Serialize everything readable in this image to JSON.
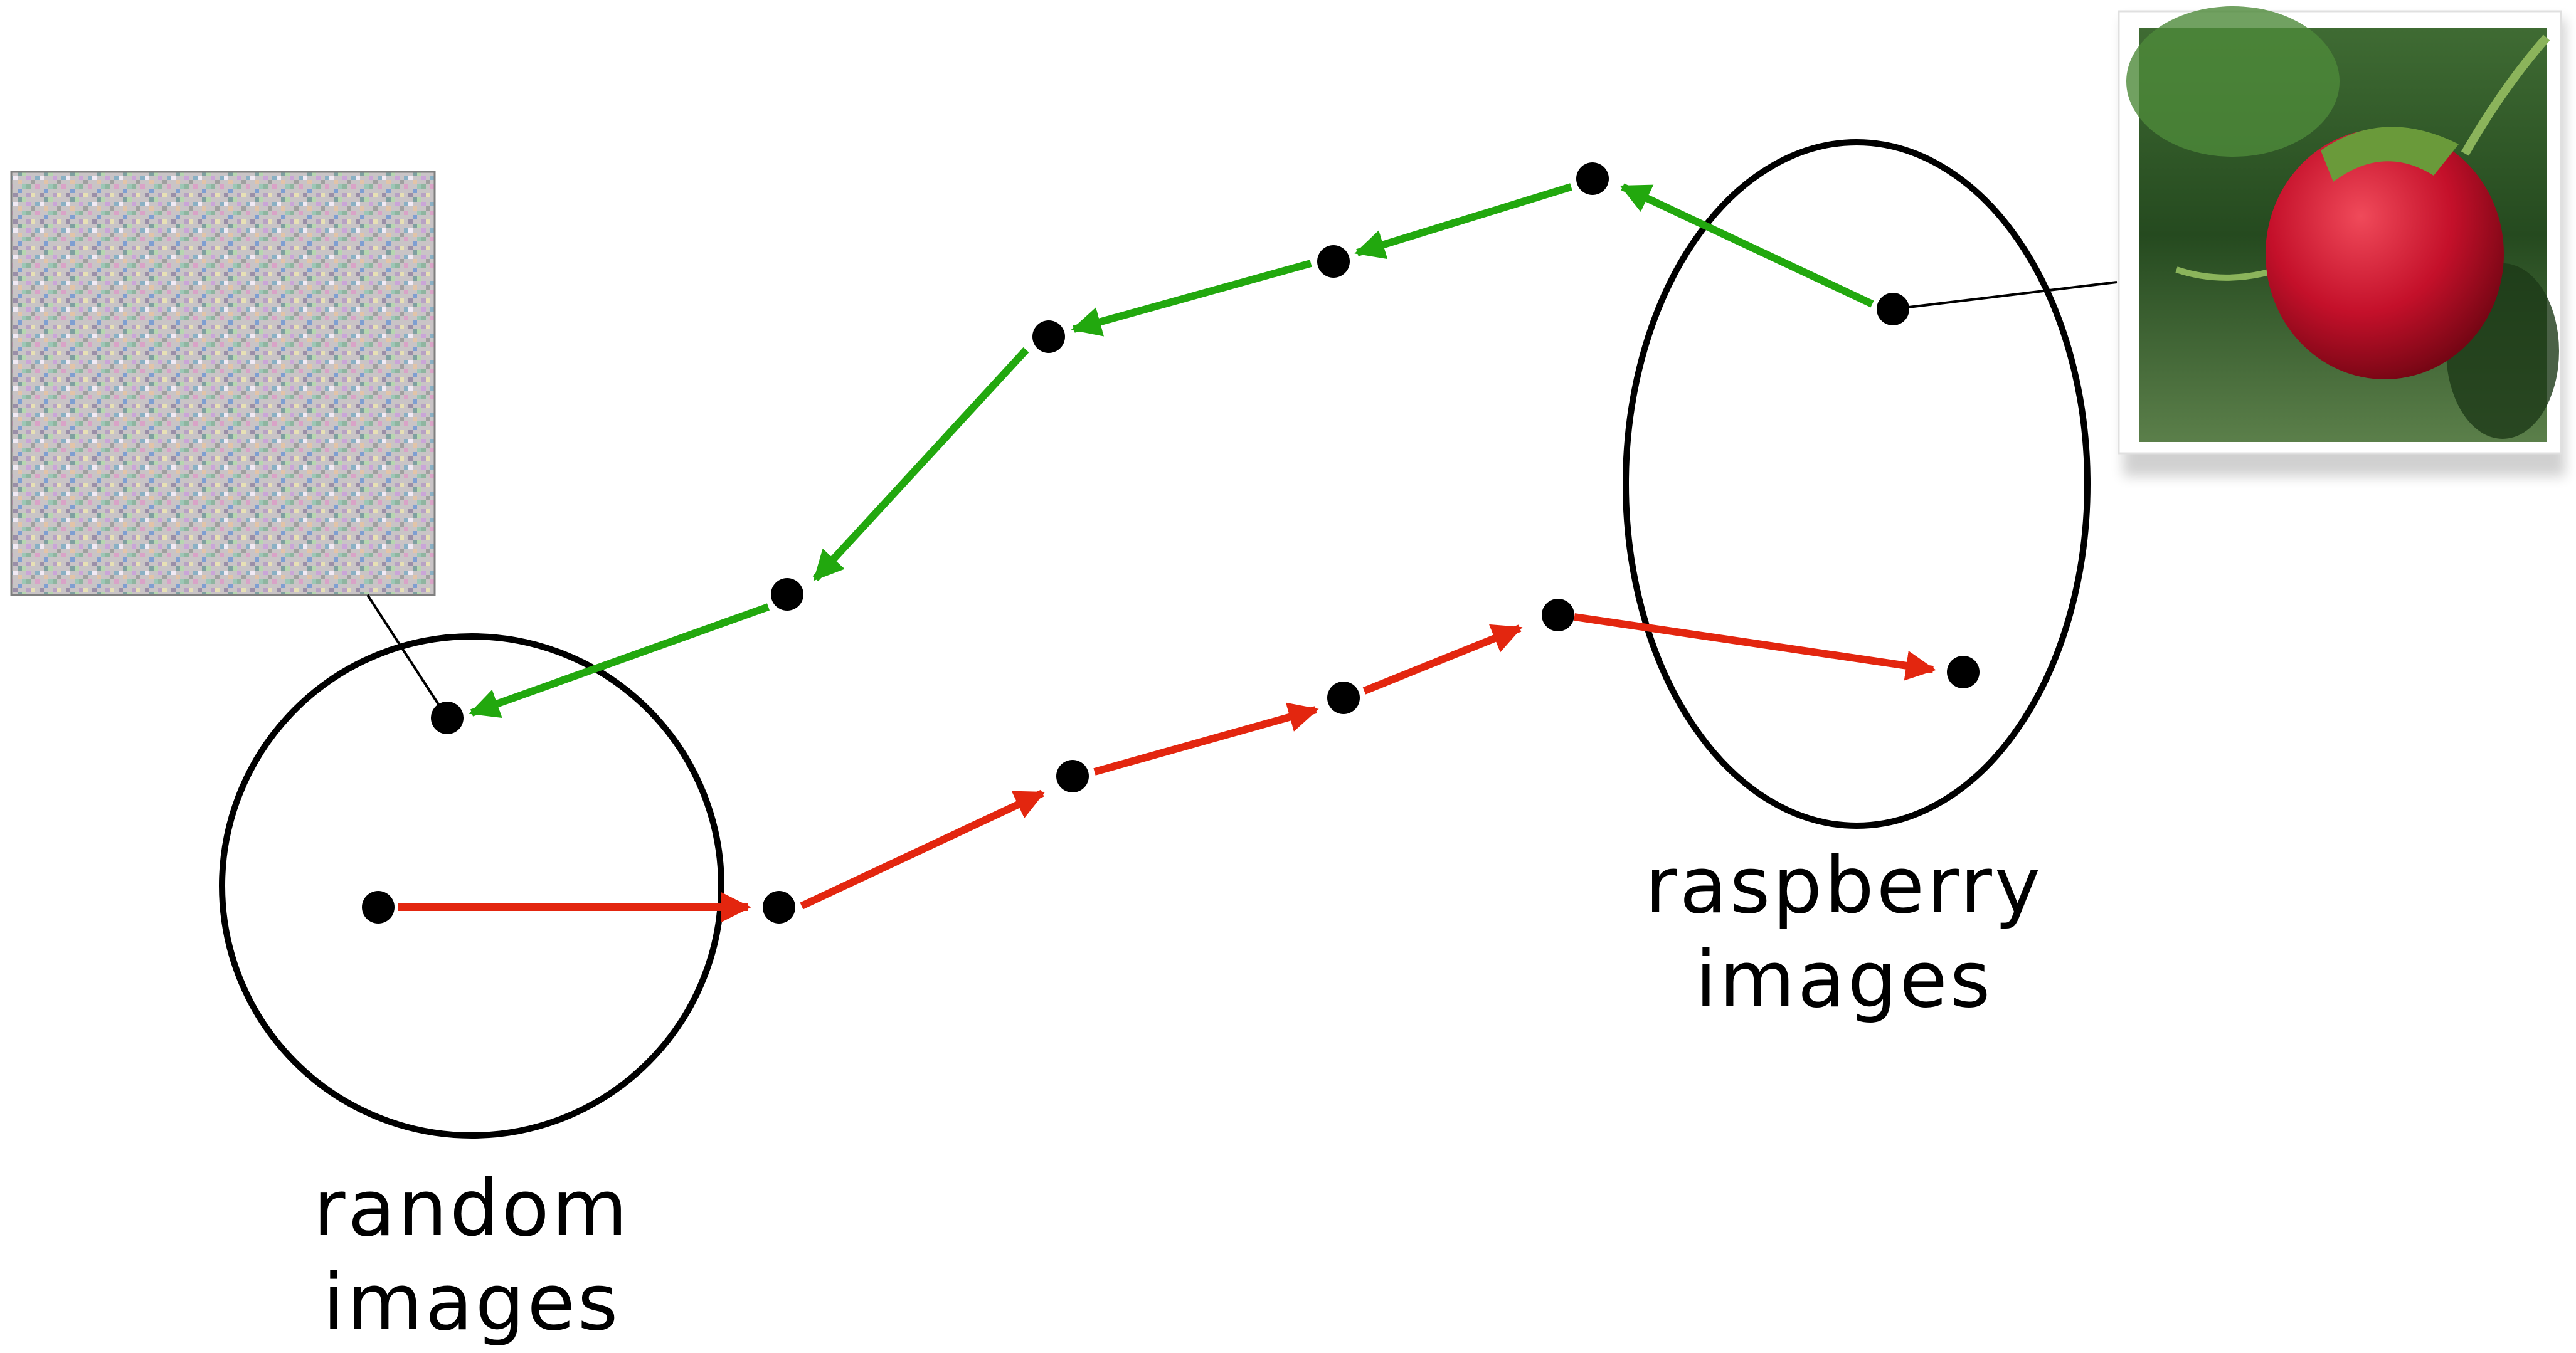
{
  "labels": {
    "random_line1": "random",
    "random_line2": "images",
    "raspberry_line1": "raspberry",
    "raspberry_line2": "images"
  },
  "colors": {
    "forward_path": "#e3260f",
    "reverse_path": "#22a80e",
    "outline": "#000000",
    "dot": "#000000"
  },
  "images": {
    "noise_thumbnail": "random-noise-image",
    "raspberry_photo": "raspberry-photo"
  }
}
